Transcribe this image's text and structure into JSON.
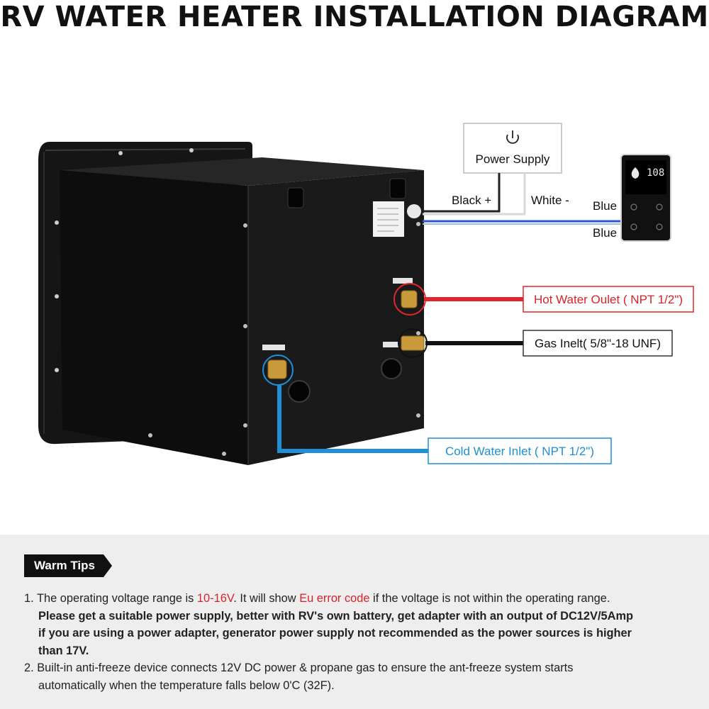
{
  "title": "RV WATER HEATER INSTALLATION DIAGRAM",
  "labels": {
    "power_supply": "Power Supply",
    "black": "Black +",
    "white": "White -",
    "blue_top": "Blue",
    "blue_bottom": "Blue",
    "hot_water": "Hot Water Oulet ( NPT 1/2\")",
    "gas": "Gas Inelt( 5/8\"-18 UNF)",
    "cold_water": "Cold Water Inlet  ( NPT 1/2\")"
  },
  "controller": {
    "display": "108"
  },
  "colors": {
    "hot": "#e0262b",
    "cold": "#1f8fd6",
    "gas": "#111111",
    "signal": "#2f56c8"
  },
  "tips": {
    "header": "Warm Tips",
    "items": [
      {
        "n": "1.",
        "pre": "The operating voltage range is ",
        "hl1": "10-16V",
        "mid": ". It will show ",
        "hl2": "Eu error code",
        "post": " if the voltage is not within the operating range.",
        "lines": [
          "Please get a suitable power supply, better with RV's own battery, get adapter with an output of DC12V/5Amp",
          "if you are using a power adapter, generator power supply not recommended as the power sources is higher",
          "than 17V."
        ]
      },
      {
        "n": "2.",
        "text": "Built-in anti-freeze device connects 12V DC power & propane gas to ensure the ant-freeze system starts",
        "lines": [
          "automatically when the temperature falls below 0'C (32F)."
        ]
      }
    ]
  }
}
